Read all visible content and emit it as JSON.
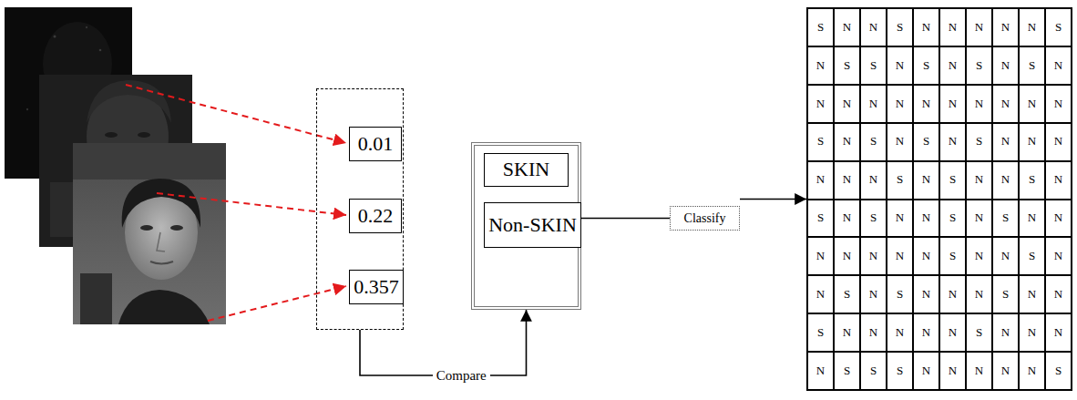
{
  "diagram": {
    "nodes": [
      {
        "text": []
      },
      {
        "text": [
          "0.01"
        ],
        "in": 0
      },
      {
        "text": [
          "0.22"
        ],
        "in": 0
      },
      {
        "text": [
          "0.357"
        ],
        "in": 0
      },
      {
        "text": []
      },
      {
        "text": [
          "SKIN"
        ],
        "in": 4
      },
      {
        "text": [
          "Non-SKIN"
        ],
        "in": 4
      },
      {
        "text": [
          "Classify"
        ]
      },
      {
        "text": [
          "S",
          "N",
          "N",
          "S",
          "N",
          "N",
          "N",
          "N",
          "N",
          "S",
          "N",
          "S",
          "S",
          "N",
          "S",
          "N",
          "S",
          "N",
          "S",
          "N",
          "N",
          "N",
          "N",
          "N",
          "N",
          "N",
          "N",
          "N",
          "N",
          "N",
          "S",
          "N",
          "S",
          "N",
          "S",
          "N",
          "S",
          "N",
          "N",
          "N",
          "N",
          "N",
          "N",
          "S",
          "N",
          "S",
          "N",
          "N",
          "S",
          "N",
          "S",
          "N",
          "S",
          "N",
          "N",
          "S",
          "N",
          "S",
          "N",
          "N",
          "N",
          "N",
          "N",
          "N",
          "N",
          "S",
          "N",
          "N",
          "S",
          "N",
          "N",
          "S",
          "N",
          "S",
          "N",
          "N",
          "N",
          "S",
          "N",
          "N",
          "S",
          "N",
          "N",
          "N",
          "N",
          "N",
          "S",
          "N",
          "N",
          "N",
          "N",
          "S",
          "S",
          "S",
          "N",
          "N",
          "N",
          "N",
          "N",
          "S"
        ]
      }
    ],
    "edges": [
      {
        "from": 0,
        "to": 4,
        "label": "Compare",
        "arrow": "to"
      },
      {
        "from": 4,
        "to": 7,
        "arrow": "none"
      },
      {
        "from": 7,
        "to": 8,
        "arrow": "to"
      }
    ]
  }
}
